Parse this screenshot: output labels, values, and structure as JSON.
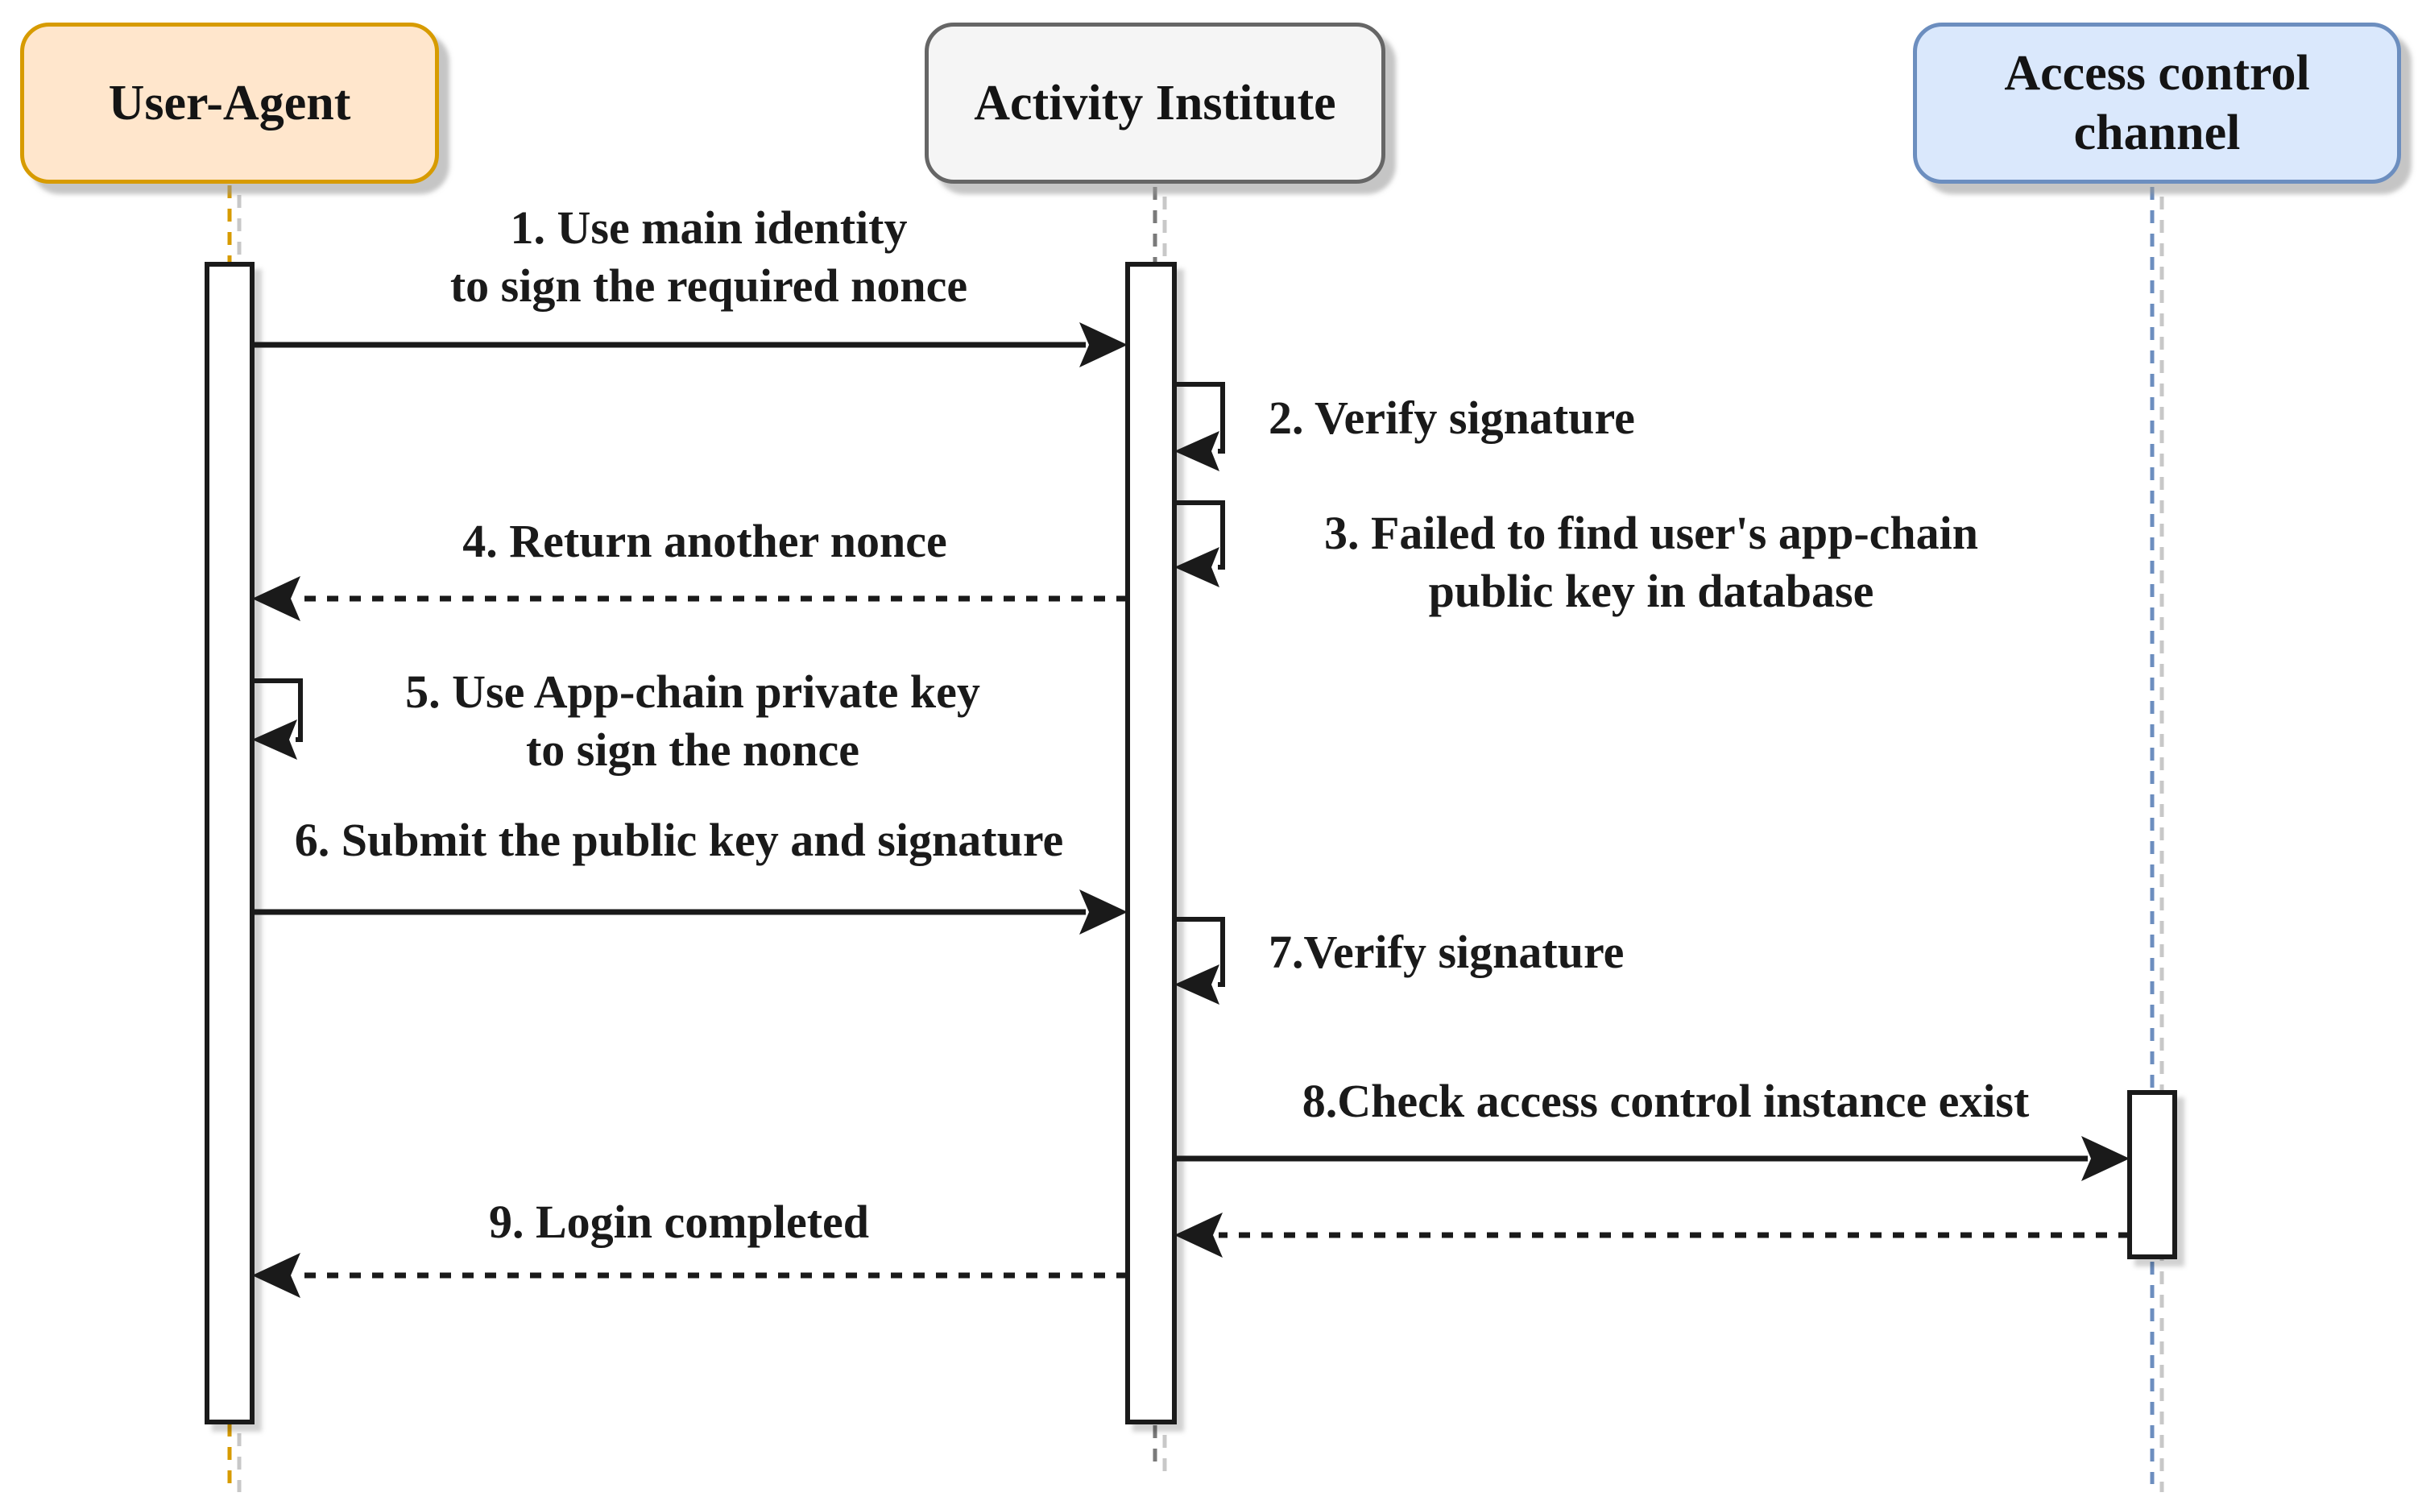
{
  "diagram": {
    "kind": "uml-sequence-diagram",
    "background": "#ffffff",
    "ink": "#1a1a1a",
    "shadow": "#c8c8c8"
  },
  "actors": [
    {
      "name": "User-Agent",
      "fill": "#FFE6CC",
      "border": "#D79B00",
      "lifeline": "#D79B00"
    },
    {
      "name": "Activity Institute",
      "fill": "#F5F5F5",
      "border": "#666666",
      "lifeline": "#7a7a7a"
    },
    {
      "name": "Access control\nchannel",
      "fill": "#DAE8FC",
      "border": "#6C8EBF",
      "lifeline": "#6C8EBF"
    }
  ],
  "messages": [
    {
      "num": "1",
      "label": "1. Use main identity\nto sign the required nonce",
      "from": "User-Agent",
      "to": "Activity Institute",
      "line": "solid"
    },
    {
      "num": "2",
      "label": "2. Verify signature",
      "from": "Activity Institute",
      "to": "Activity Institute",
      "line": "self"
    },
    {
      "num": "3",
      "label": "3. Failed to find user's app-chain\npublic key in database",
      "from": "Activity Institute",
      "to": "Activity Institute",
      "line": "self"
    },
    {
      "num": "4",
      "label": "4. Return another nonce",
      "from": "Activity Institute",
      "to": "User-Agent",
      "line": "dashed"
    },
    {
      "num": "5",
      "label": "5. Use App-chain private key\nto sign the nonce",
      "from": "User-Agent",
      "to": "User-Agent",
      "line": "self"
    },
    {
      "num": "6",
      "label": "6. Submit the public key and signature",
      "from": "User-Agent",
      "to": "Activity Institute",
      "line": "solid"
    },
    {
      "num": "7",
      "label": "7.Verify signature",
      "from": "Activity Institute",
      "to": "Activity Institute",
      "line": "self"
    },
    {
      "num": "8",
      "label": "8.Check access control instance exist",
      "from": "Activity Institute",
      "to": "Access control channel",
      "line": "solid"
    },
    {
      "num": "9",
      "label": "9. Login completed",
      "from": "Activity Institute",
      "to": "User-Agent",
      "line": "dashed"
    },
    {
      "num": "",
      "label": "",
      "from": "Access control channel",
      "to": "Activity Institute",
      "line": "dashed"
    }
  ]
}
